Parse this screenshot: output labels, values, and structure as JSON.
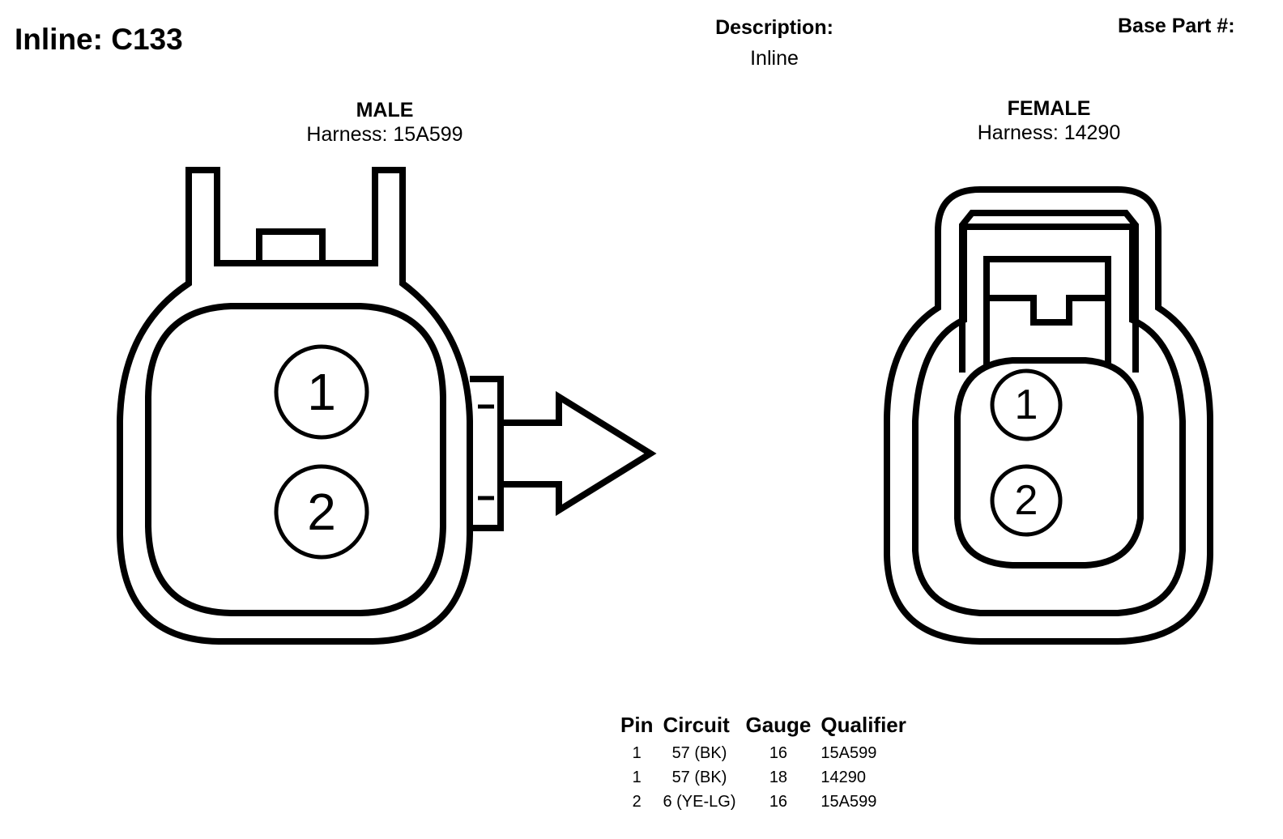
{
  "header": {
    "title": "Inline: C133",
    "description_label": "Description:",
    "description_value": "Inline",
    "base_part_label": "Base Part #:"
  },
  "male": {
    "title": "MALE",
    "harness": "Harness: 15A599",
    "pins": [
      "1",
      "2"
    ]
  },
  "female": {
    "title": "FEMALE",
    "harness": "Harness: 14290",
    "pins": [
      "1",
      "2"
    ]
  },
  "pin_table": {
    "headers": [
      "Pin",
      "Circuit",
      "Gauge",
      "Qualifier"
    ],
    "rows": [
      {
        "pin": "1",
        "circuit": "57 (BK)",
        "gauge": "16",
        "qualifier": "15A599"
      },
      {
        "pin": "1",
        "circuit": "57 (BK)",
        "gauge": "18",
        "qualifier": "14290"
      },
      {
        "pin": "2",
        "circuit": "6 (YE-LG)",
        "gauge": "16",
        "qualifier": "15A599"
      }
    ]
  }
}
